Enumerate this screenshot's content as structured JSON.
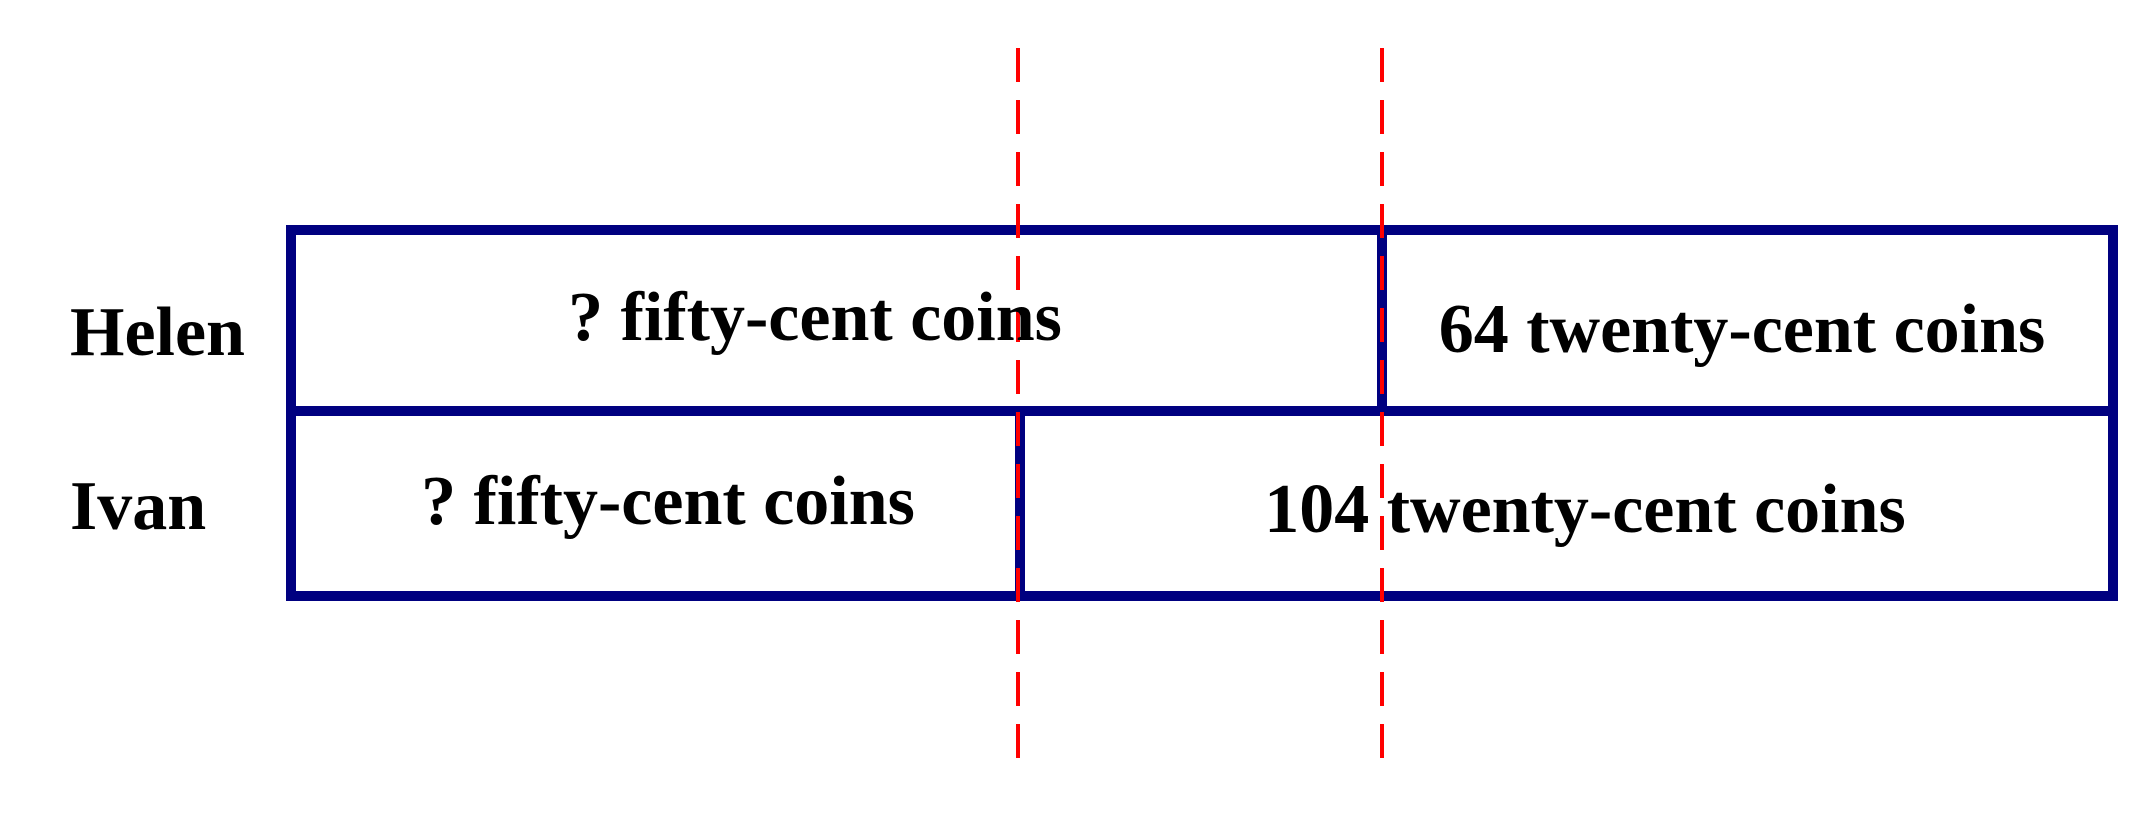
{
  "rows": [
    {
      "name": "Helen",
      "segments": [
        {
          "label": "? fifty-cent coins"
        },
        {
          "label": "64 twenty-cent coins"
        }
      ]
    },
    {
      "name": "Ivan",
      "segments": [
        {
          "label": "? fifty-cent coins"
        },
        {
          "label": "104 twenty-cent coins"
        }
      ]
    }
  ],
  "colors": {
    "bar_stroke": "#000080",
    "guide_line": "#ff0000",
    "text": "#000000"
  }
}
